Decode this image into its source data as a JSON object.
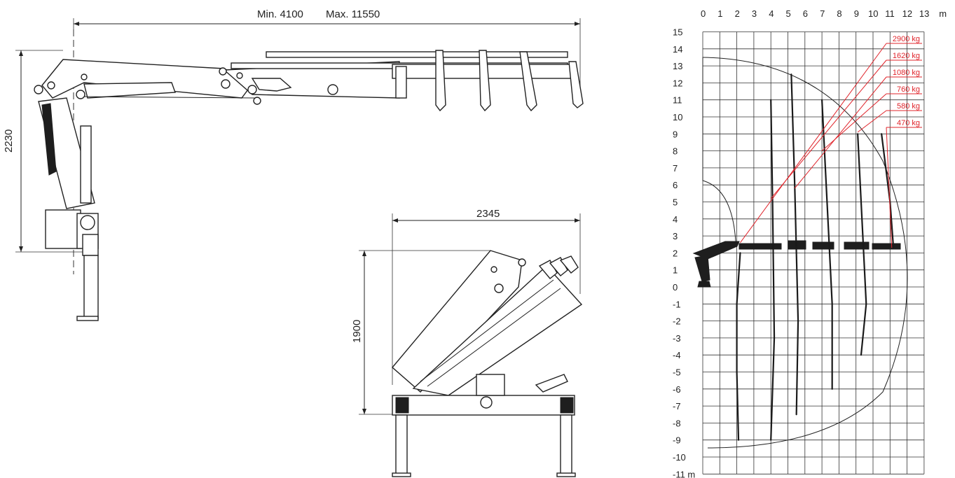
{
  "dimensions": {
    "min_label": "Min. 4100",
    "max_label": "Max. 11550",
    "height_stowed": "2230",
    "width_folded": "2345",
    "height_folded": "1900"
  },
  "chart_data": {
    "type": "line",
    "title": "",
    "x_ticks": [
      "0",
      "1",
      "2",
      "3",
      "4",
      "5",
      "6",
      "7",
      "8",
      "9",
      "10",
      "11",
      "12",
      "13",
      "m"
    ],
    "y_ticks": [
      "15",
      "14",
      "13",
      "12",
      "11",
      "10",
      "9",
      "8",
      "7",
      "6",
      "5",
      "4",
      "3",
      "2",
      "1",
      "0",
      "-1",
      "-2",
      "-3",
      "-4",
      "-5",
      "-6",
      "-7",
      "-8",
      "-9",
      "-10",
      "-11 m"
    ],
    "xlim": [
      0,
      13.5
    ],
    "ylim": [
      -11,
      15.5
    ],
    "grid": true,
    "series": [
      {
        "name": "2900 kg",
        "x": [
          2.2,
          2.0,
          2.0,
          2.1
        ],
        "y": [
          2.0,
          -1.0,
          -5.0,
          -9.0
        ],
        "color": "#e0242b"
      },
      {
        "name": "1620 kg",
        "x": [
          4.0,
          4.1,
          4.2,
          4.0
        ],
        "y": [
          11.0,
          5.0,
          -3.0,
          -9.0
        ],
        "color": "#e0242b"
      },
      {
        "name": "1080 kg",
        "x": [
          5.2,
          5.4,
          5.6,
          5.5
        ],
        "y": [
          12.5,
          6.0,
          -2.0,
          -7.5
        ],
        "color": "#e0242b"
      },
      {
        "name": "760 kg",
        "x": [
          7.0,
          7.3,
          7.6,
          7.6
        ],
        "y": [
          11.0,
          5.0,
          -1.0,
          -6.0
        ],
        "color": "#e0242b"
      },
      {
        "name": "580 kg",
        "x": [
          9.1,
          9.4,
          9.6,
          9.3
        ],
        "y": [
          9.0,
          3.0,
          -1.0,
          -4.0
        ],
        "color": "#e0242b"
      },
      {
        "name": "470 kg",
        "x": [
          10.5,
          11.0,
          11.2
        ],
        "y": [
          9.0,
          5.0,
          2.3
        ],
        "color": "#e0242b"
      }
    ]
  }
}
